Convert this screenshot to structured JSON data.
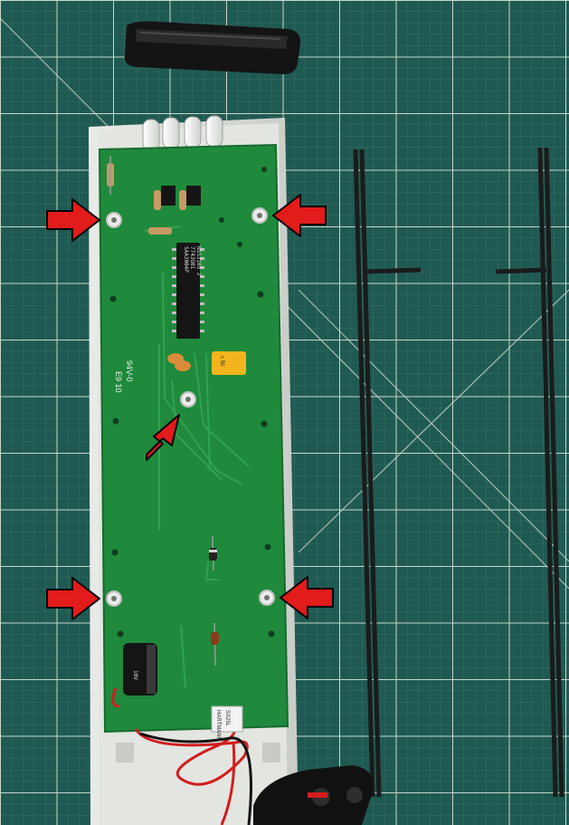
{
  "photo": {
    "subject": "Opened electronic light/sensor bar on a green cutting mat",
    "colors": {
      "mat": "#1f5a52",
      "mat_grid": "#b9c9bd",
      "pcb": "#1f8a3c",
      "housing": "#d7d9d5",
      "arrow": "#e21b1b",
      "wire_red": "#d21d1d",
      "wire_black": "#141414"
    }
  },
  "pcb": {
    "chip_marking_1": "SAA3004P",
    "chip_marking_2": "7743G01",
    "chip_marking_3": "NSS3105 2",
    "board_code_1": "E9 10",
    "board_code_2": "94V-0",
    "capacitor_marking": "10V",
    "tantalum_marking": "c 50",
    "connector_label_1": "HARTMANN",
    "connector_label_2": "SX25L"
  },
  "arrows": [
    {
      "name": "top-left-mount-hole"
    },
    {
      "name": "top-right-mount-hole"
    },
    {
      "name": "center-mount-hole"
    },
    {
      "name": "bottom-left-mount-hole"
    },
    {
      "name": "bottom-right-mount-hole"
    }
  ]
}
